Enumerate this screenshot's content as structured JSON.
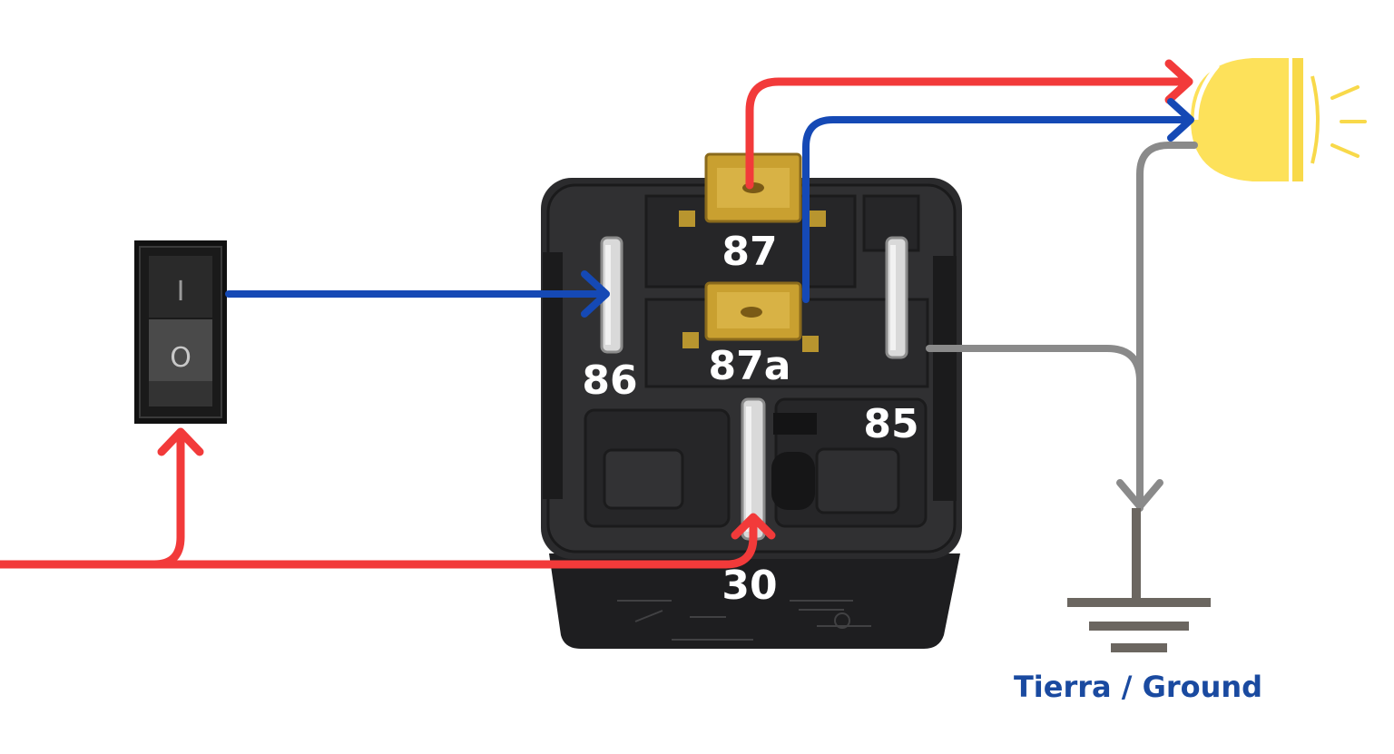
{
  "pins": {
    "p87": "87",
    "p87a": "87a",
    "p86": "86",
    "p85": "85",
    "p30": "30"
  },
  "switch": {
    "on_symbol": "I",
    "off_symbol": "O"
  },
  "ground": {
    "label": "Tierra / Ground"
  },
  "colors": {
    "red_wire": "#f23a3a",
    "blue_wire": "#1549b5",
    "gray_wire": "#8a8a8a",
    "ground_symbol": "#6b6660",
    "ground_text": "#1a4aa0",
    "lamp": "#fde15a",
    "relay_body": "#2a2a2c"
  },
  "icons": [
    "relay-icon",
    "rocker-switch-icon",
    "lamp-icon",
    "ground-symbol-icon"
  ]
}
